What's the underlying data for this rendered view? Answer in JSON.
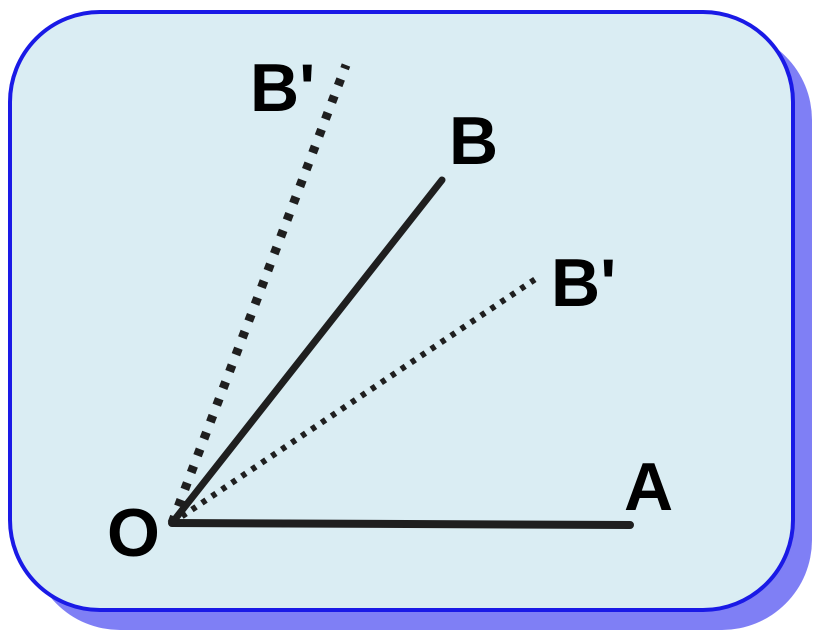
{
  "colors": {
    "panel_fill": "#daedf3",
    "panel_border": "#1a1ae6",
    "panel_shadow": "#7f7ff5",
    "ray": "#1f1f1f"
  },
  "labels": {
    "O": "O",
    "A": "A",
    "B": "B",
    "B_prime_upper": "B'",
    "B_prime_lower": "B'"
  },
  "rays": {
    "OA": {
      "style": "solid"
    },
    "OB": {
      "style": "solid"
    },
    "OB_prime_upper": {
      "style": "dotted"
    },
    "OB_prime_lower": {
      "style": "dotted"
    }
  }
}
